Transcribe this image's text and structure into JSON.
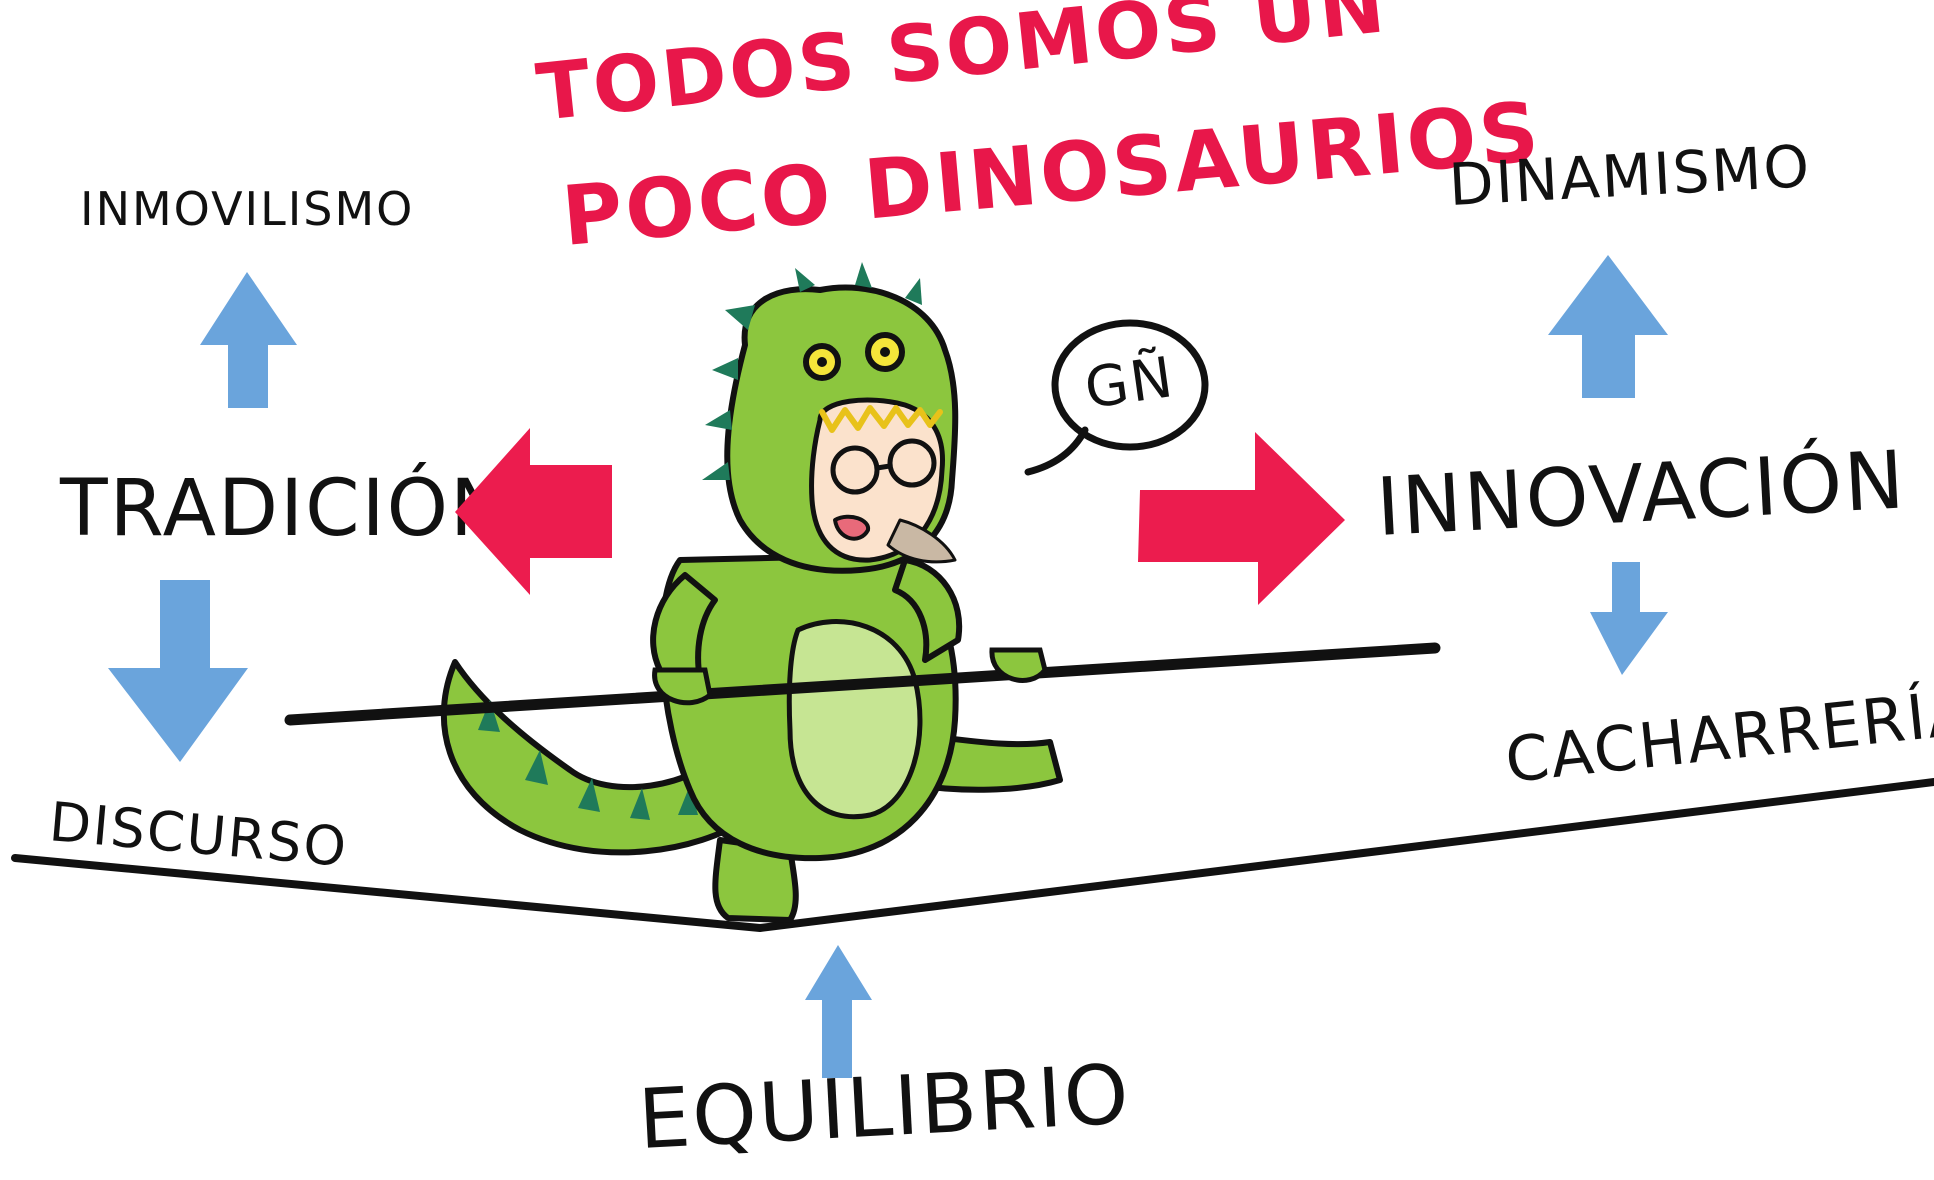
{
  "title": {
    "line1": "TODOS SOMOS UN",
    "line2": "POCO DINOSAURIOS"
  },
  "left": {
    "top_label": "INMOVILISMO",
    "main_label": "TRADICIÓN",
    "bottom_label": "DISCURSO"
  },
  "right": {
    "top_label": "DINAMISMO",
    "main_label": "INNOVACIÓN",
    "bottom_label": "CACHARRERÍA"
  },
  "bottom": {
    "label": "EQUILIBRIO"
  },
  "speech_bubble": {
    "text": "GÑ"
  },
  "colors": {
    "title_red": "#e8174a",
    "arrow_red": "#ec1c4e",
    "arrow_blue": "#6aa4dc",
    "dino_green": "#8cc63e",
    "dino_belly": "#c6e593",
    "dino_spikes": "#1f7a5a",
    "ink": "#111111"
  }
}
